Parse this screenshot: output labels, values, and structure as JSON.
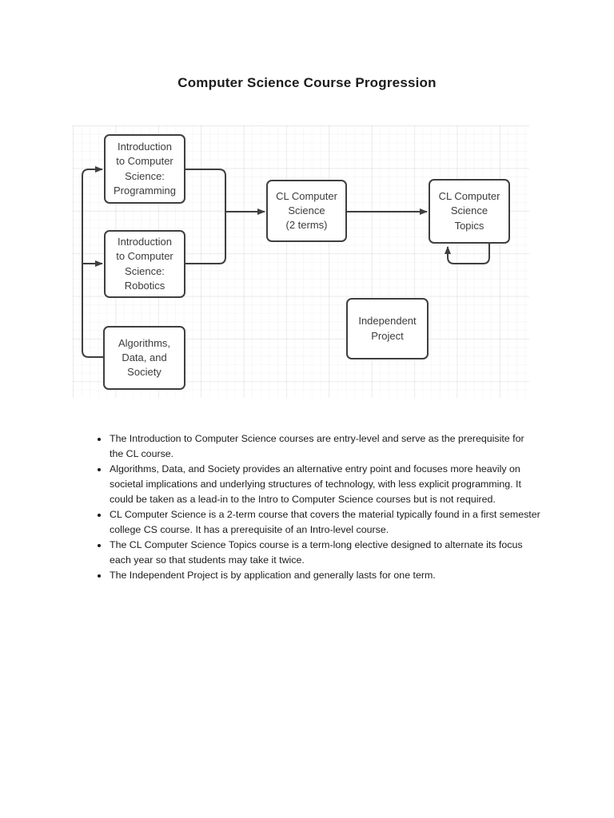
{
  "page": {
    "title": "Computer Science Course Progression"
  },
  "diagram": {
    "type": "flowchart",
    "stroke_color": "#3f3f3f",
    "node_fill": "#ffffff",
    "grid_color": "#ededed",
    "nodes": [
      {
        "id": "intro-programming",
        "label": [
          "Introduction",
          "to Computer",
          "Science:",
          "Programming"
        ]
      },
      {
        "id": "intro-robotics",
        "label": [
          "Introduction",
          "to Computer",
          "Science:",
          "Robotics"
        ]
      },
      {
        "id": "algorithms-data-society",
        "label": [
          "Algorithms,",
          "Data, and",
          "Society"
        ]
      },
      {
        "id": "cl-computer-science",
        "label": [
          "CL Computer",
          "Science",
          "(2 terms)"
        ]
      },
      {
        "id": "cl-cs-topics",
        "label": [
          "CL Computer",
          "Science",
          "Topics"
        ]
      },
      {
        "id": "independent-project",
        "label": [
          "Independent",
          "Project"
        ]
      }
    ],
    "edges": [
      {
        "from": "intro-programming",
        "to": "cl-computer-science"
      },
      {
        "from": "intro-robotics",
        "to": "cl-computer-science"
      },
      {
        "from": "cl-computer-science",
        "to": "cl-cs-topics"
      },
      {
        "from": "algorithms-data-society",
        "to": "intro-programming"
      },
      {
        "from": "algorithms-data-society",
        "to": "intro-robotics"
      },
      {
        "from": "cl-cs-topics",
        "to": "cl-cs-topics",
        "note": "self-loop"
      }
    ]
  },
  "notes": [
    "The Introduction to Computer Science courses are entry-level and serve as the prerequisite for the CL course.",
    "Algorithms, Data, and Society provides an alternative entry point and focuses more heavily on societal implications and underlying structures of technology, with less explicit programming. It could be taken as a lead-in to the Intro to Computer Science courses but is not required.",
    "CL Computer Science is a 2-term course that covers the material typically found in a first semester college CS course. It has a prerequisite of an Intro-level course.",
    "The CL Computer Science Topics course is a term-long elective designed to alternate its focus each year so that students may take it twice.",
    "The Independent Project is by application and generally lasts for one term."
  ]
}
